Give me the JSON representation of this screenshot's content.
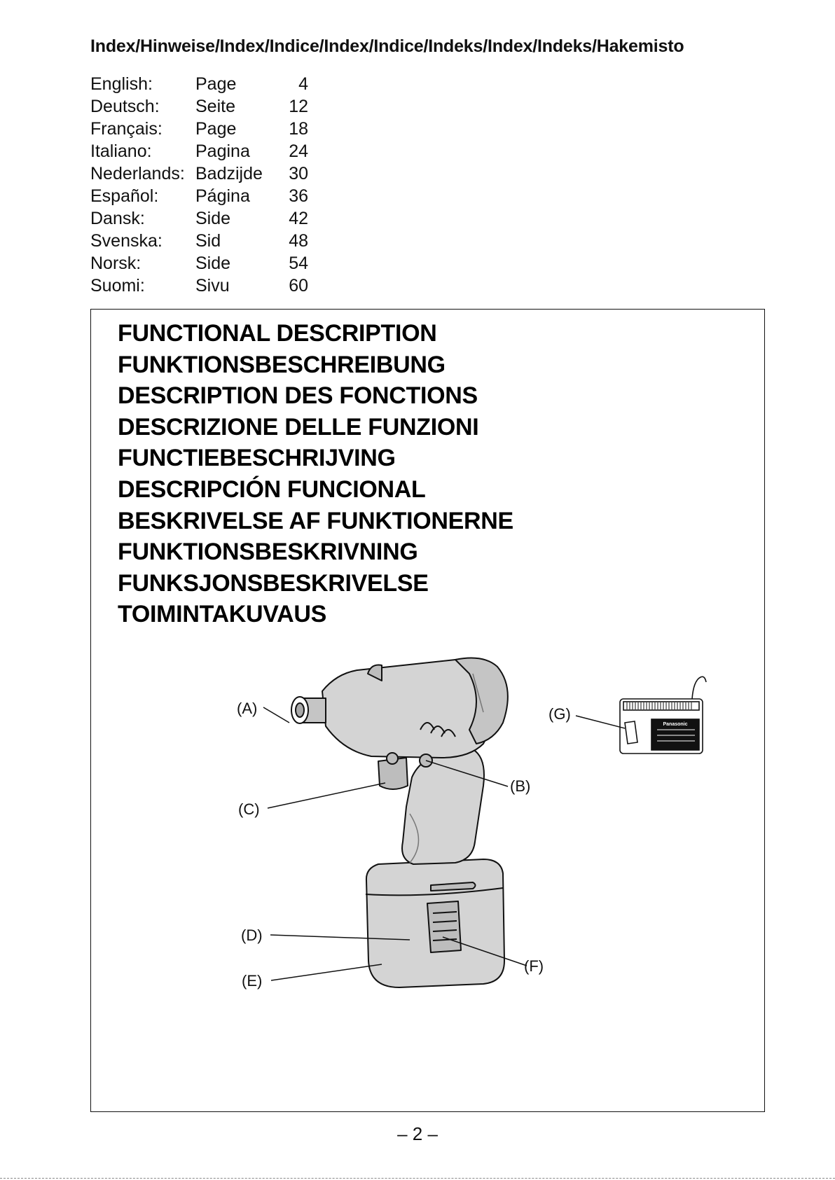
{
  "index": {
    "heading": "Index/Hinweise/Index/Indice/Index/Indice/Indeks/Index/Indeks/Hakemisto",
    "rows": [
      {
        "language": "English:",
        "word": "Page",
        "page": "4"
      },
      {
        "language": "Deutsch:",
        "word": "Seite",
        "page": "12"
      },
      {
        "language": "Français:",
        "word": "Page",
        "page": "18"
      },
      {
        "language": "Italiano:",
        "word": "Pagina",
        "page": "24"
      },
      {
        "language": "Nederlands:",
        "word": "Badzijde",
        "page": "30"
      },
      {
        "language": "Español:",
        "word": "Página",
        "page": "36"
      },
      {
        "language": "Dansk:",
        "word": "Side",
        "page": "42"
      },
      {
        "language": "Svenska:",
        "word": "Sid",
        "page": "48"
      },
      {
        "language": "Norsk:",
        "word": "Side",
        "page": "54"
      },
      {
        "language": "Suomi:",
        "word": "Sivu",
        "page": "60"
      }
    ]
  },
  "description": {
    "titles": [
      "FUNCTIONAL DESCRIPTION",
      "FUNKTIONSBESCHREIBUNG",
      "DESCRIPTION DES FONCTIONS",
      "DESCRIZIONE DELLE FUNZIONI",
      "FUNCTIEBESCHRIJVING",
      "DESCRIPCIÓN FUNCIONAL",
      "BESKRIVELSE AF FUNKTIONERNE",
      "FUNKTIONSBESKRIVNING",
      "FUNKSJONSBESKRIVELSE",
      "TOIMINTAKUVAUS"
    ]
  },
  "figure": {
    "callouts": {
      "a": "(A)",
      "b": "(B)",
      "c": "(C)",
      "d": "(D)",
      "e": "(E)",
      "f": "(F)",
      "g": "(G)"
    },
    "charger_logo": "Panasonic"
  },
  "footer": {
    "page_number": "– 2 –"
  },
  "colors": {
    "ink": "#111111",
    "tool_fill": "#d4d4d4",
    "tool_shade": "#a9a9a9"
  }
}
